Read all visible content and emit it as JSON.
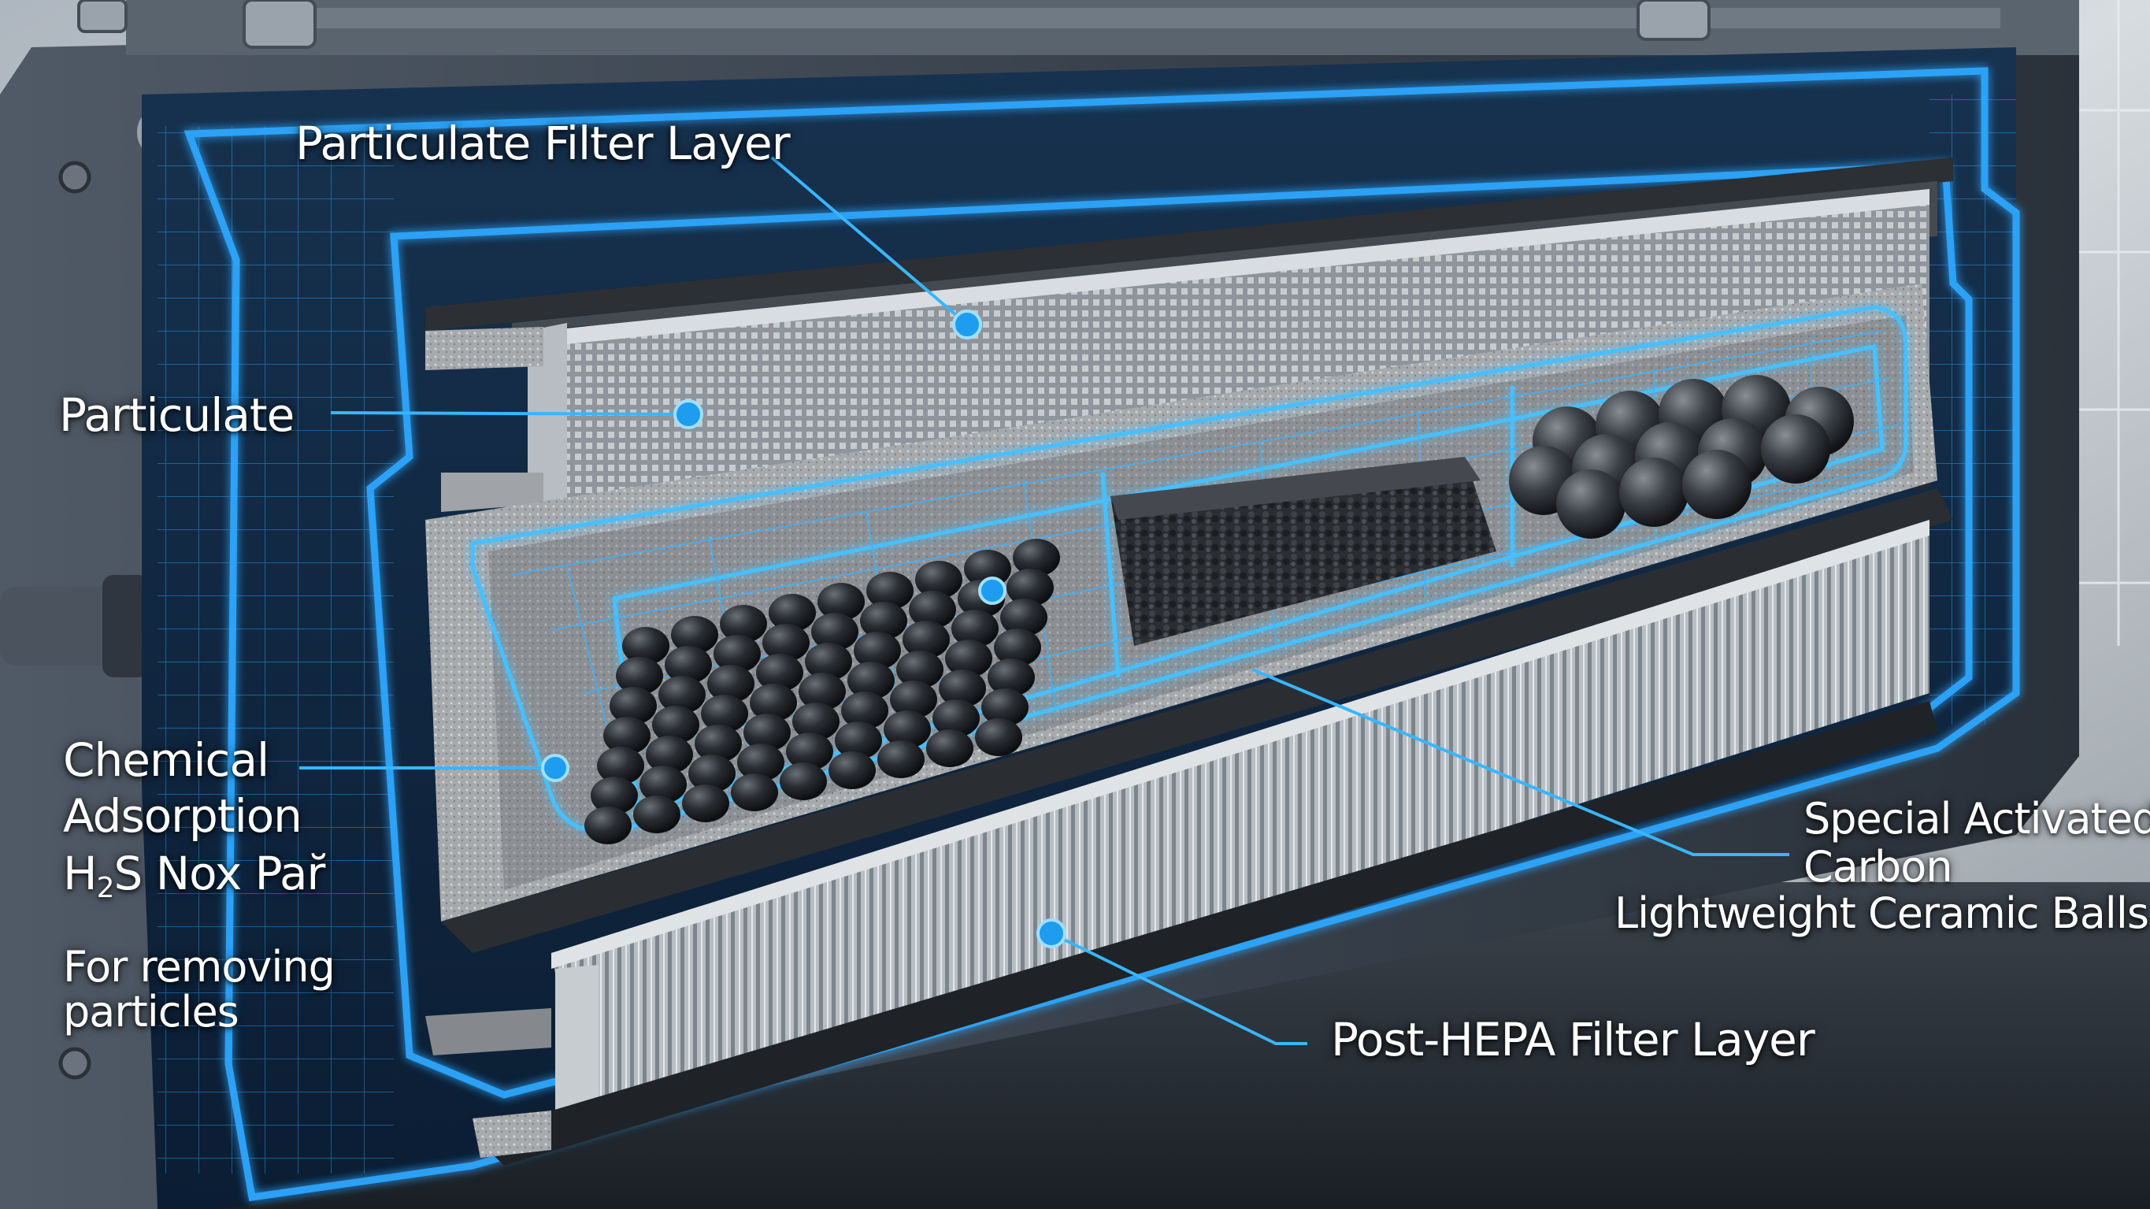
{
  "callouts": {
    "particulate_filter_layer": "Particulate Filter Layer",
    "particulate": "Particulate",
    "chemical_adsorption": {
      "line1": "Chemical",
      "line2": "Adsorption",
      "formula_prefix": "H",
      "formula_sub": "2",
      "formula_rest": "S Nox Par̆"
    },
    "for_removing_particles": {
      "line1": "For removing",
      "line2": "particles"
    },
    "special_activated_carbon": {
      "line1": "Special Activated",
      "line2": "Carbon"
    },
    "lightweight_ceramic_balls": "Lightweight Ceramic Balls",
    "post_hepa_filter_layer": "Post-HEPA Filter Layer"
  },
  "colors": {
    "wireframe": "#2fa8ff",
    "wireframe_glow": "#6fd0ff",
    "callout_dot": "#1e9cf0",
    "leader_line": "#38b6ff",
    "housing": "#3a4350",
    "background": "#c9ced4"
  }
}
